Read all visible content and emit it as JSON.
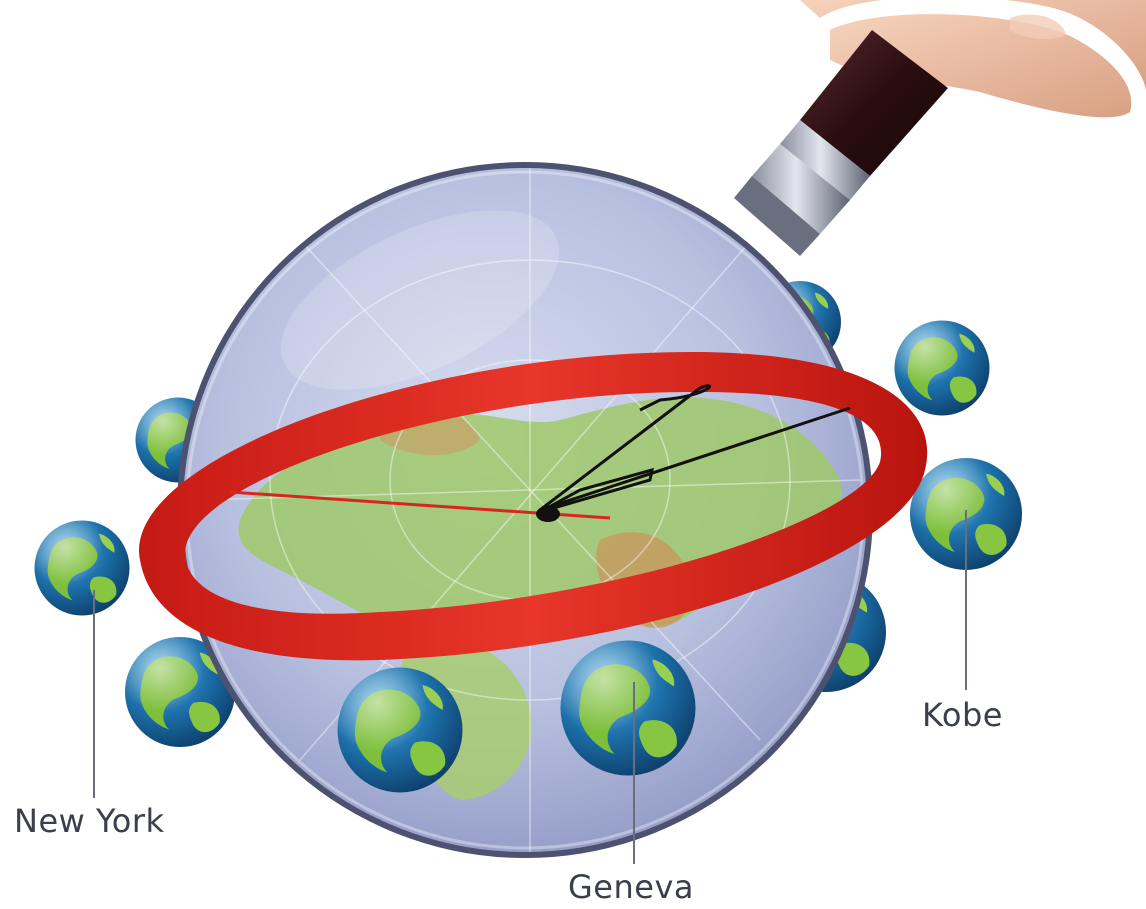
{
  "labels": {
    "new_york": "New York",
    "geneva": "Geneva",
    "kobe": "Kobe"
  },
  "colors": {
    "ocean": "#1c6fa8",
    "land": "#7dbf3a",
    "ring": "#d8261e",
    "lens_tint": "#b9bfe0",
    "lens_rim": "#5a5f78",
    "leader_line": "#6a6f80",
    "label_text": "#3a3f4a"
  }
}
